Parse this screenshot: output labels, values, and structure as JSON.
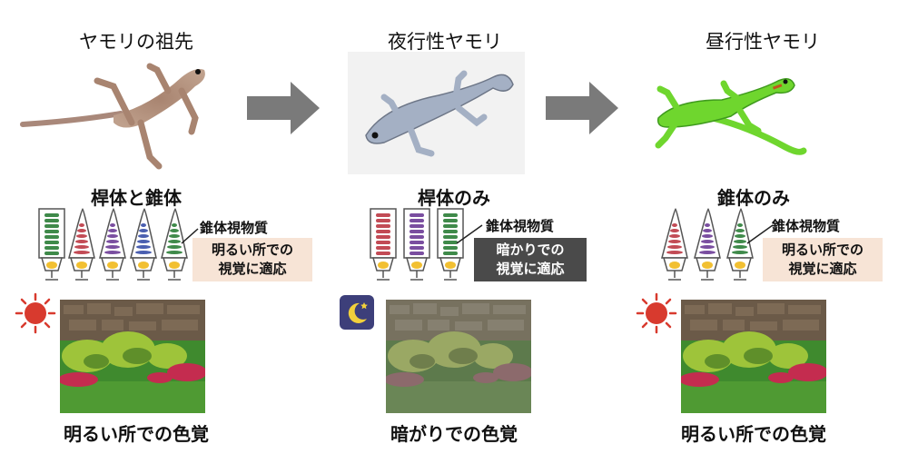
{
  "columns": [
    {
      "title": "ヤモリの祖先",
      "cell_heading": "桿体と錐体",
      "visual_pigment_label": "錐体視物質",
      "note_line1": "明るい所での",
      "note_line2": "視覚に適応",
      "caption": "明るい所での色覚",
      "sky_icon": "sun-icon"
    },
    {
      "title": "夜行性ヤモリ",
      "cell_heading": "桿体のみ",
      "visual_pigment_label": "錐体視物質",
      "note_line1": "暗かりでの",
      "note_line2": "視覚に適応",
      "caption": "暗がりでの色覚",
      "sky_icon": "moon-icon"
    },
    {
      "title": "昼行性ヤモリ",
      "cell_heading": "錐体のみ",
      "visual_pigment_label": "錐体視物質",
      "note_line1": "明るい所での",
      "note_line2": "視覚に適応",
      "caption": "明るい所での色覚",
      "sky_icon": "sun-icon"
    }
  ],
  "colors": {
    "arrow": "#7a7a7a",
    "sun": "#d83a2e",
    "moon_bg": "#3d3f7a",
    "moon": "#f2d03b",
    "pigment_green": "#3f8a4a",
    "pigment_red": "#c24b55",
    "pigment_purple": "#7a4ea0",
    "pigment_blue": "#4a5fb0",
    "note_light_bg": "#f7e4d6",
    "note_dark_bg": "#4a4a4a"
  }
}
